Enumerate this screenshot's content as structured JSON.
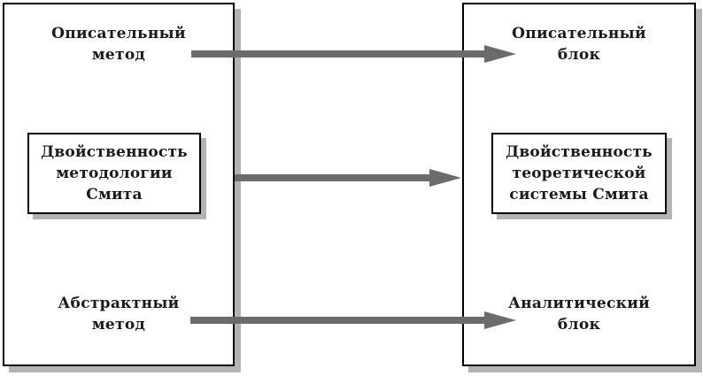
{
  "colors": {
    "background": "#ffffff",
    "box_border": "#000000",
    "text": "#1a1a1a",
    "arrow": "#6b6b6b",
    "shadow": "#b3b3b3"
  },
  "left_panel": {
    "top_label": {
      "line1": "Описательный",
      "line2": "метод"
    },
    "center_box": {
      "line1": "Двойственность",
      "line2": "методологии",
      "line3": "Смита"
    },
    "bottom_label": {
      "line1": "Абстрактный",
      "line2": "метод"
    }
  },
  "right_panel": {
    "top_label": {
      "line1": "Описательный",
      "line2": "блок"
    },
    "center_box": {
      "line1": "Двойственность",
      "line2": "теоретической",
      "line3": "системы Смита"
    },
    "bottom_label": {
      "line1": "Аналитический",
      "line2": "блок"
    }
  },
  "arrows": [
    {
      "from": "Описательный метод",
      "to": "Описательный блок"
    },
    {
      "from": "Двойственность методологии Смита",
      "to": "Двойственность теоретической системы Смита"
    },
    {
      "from": "Абстрактный метод",
      "to": "Аналитический блок"
    }
  ]
}
